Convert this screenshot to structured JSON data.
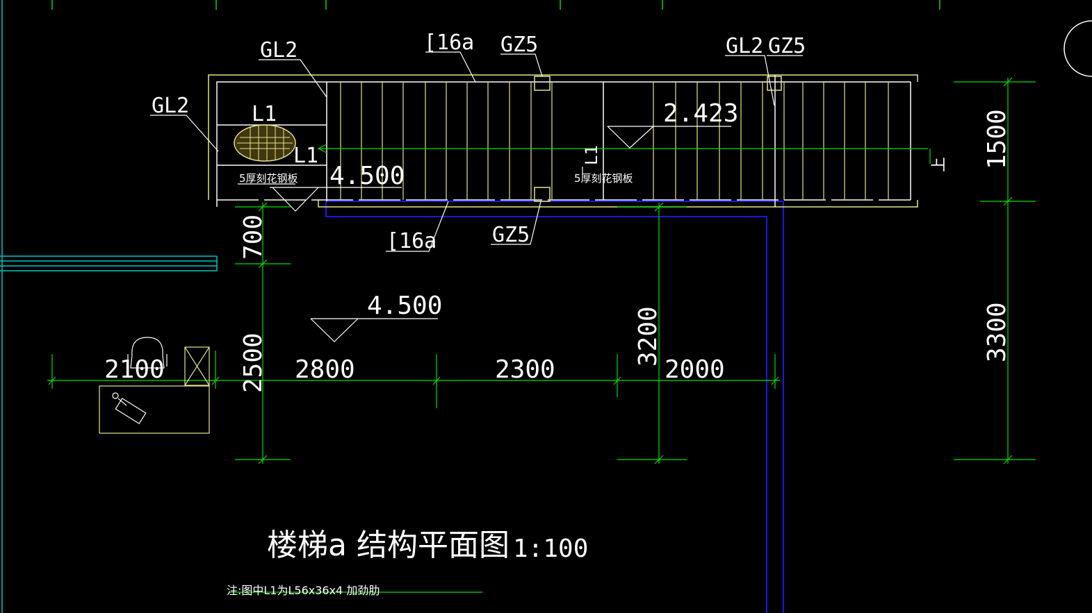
{
  "labels": {
    "gl2_top": "GL2",
    "gl2_left": "GL2",
    "c16a_top": "[16a",
    "gz5_top_a": "GZ5",
    "gl2_right": "GL2",
    "gz5_right": "GZ5",
    "l1_top": "L1",
    "l1_mid": "L1",
    "l1_vertical": "L1",
    "plate_left": "5厚刻花钢板",
    "plate_right": "5厚刻花钢板",
    "elev_top": "2.423",
    "elev_left": "4.500",
    "elev_mid": "4.500",
    "c16a_bottom": "[16a",
    "gz5_bottom": "GZ5",
    "up_mark": "上"
  },
  "dimensions": {
    "h_2100": "2100",
    "h_2800": "2800",
    "h_2300": "2300",
    "h_2000": "2000",
    "v_700": "700",
    "v_2500": "2500",
    "v_3200": "3200",
    "v_1500": "1500",
    "v_3300": "3300"
  },
  "title": {
    "main": "楼梯a 结构平面图",
    "scale": "1:100"
  },
  "note": "注:图中L1为L56x36x4 加劲肋",
  "colors": {
    "background": "#000000",
    "dim_green": "#00e000",
    "structure_white": "#ffffff",
    "tread_yellow": "#e6e68a",
    "outline_blue": "#1a1ae6",
    "grid_cyan": "#00c8c8",
    "text_white": "#ffffff"
  }
}
